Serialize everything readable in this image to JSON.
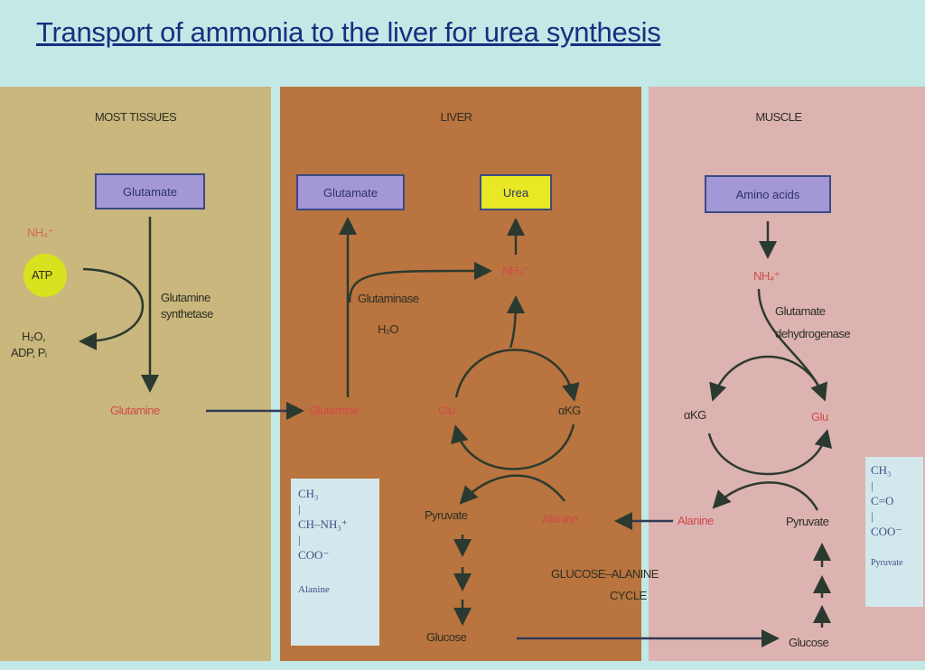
{
  "title": "Transport of ammonia to the liver for urea synthesis",
  "panels": {
    "most_tissues": {
      "header": "MOST TISSUES",
      "glutamate": "Glutamate",
      "nh4": "NH₄⁺",
      "atp": "ATP",
      "enzyme_line1": "Glutamine",
      "enzyme_line2": "synthetase",
      "h2o": "H₂O,",
      "adp": "ADP, Pᵢ",
      "glutamine": "Glutamine"
    },
    "liver": {
      "header": "LIVER",
      "glutamate": "Glutamate",
      "urea": "Urea",
      "nh4": "NH₄⁺",
      "glutaminase": "Glutaminase",
      "h2o": "H₂O",
      "glutamine": "Glutamine",
      "glu": "Glu",
      "akg": "αKG",
      "pyruvate": "Pyruvate",
      "alanine": "Alanine",
      "glucose": "Glucose",
      "cycle_line1": "GLUCOSE–ALANINE",
      "cycle_line2": "CYCLE",
      "alanine_structure": {
        "l1": "CH₃",
        "l2": "|",
        "l3": "CH–NH₃⁺",
        "l4": "|",
        "l5": "COO⁻",
        "name": "Alanine"
      }
    },
    "muscle": {
      "header": "MUSCLE",
      "amino_acids": "Amino acids",
      "nh4": "NH₄⁺",
      "enzyme_line1": "Glutamate",
      "enzyme_line2": "dehydrogenase",
      "akg": "αKG",
      "glu": "Glu",
      "alanine": "Alanine",
      "pyruvate": "Pyruvate",
      "glucose": "Glucose",
      "pyruvate_structure": {
        "l1": "CH₃",
        "l2": "|",
        "l3": "C=O",
        "l4": "|",
        "l5": "COO⁻",
        "name": "Pyruvate"
      }
    }
  }
}
